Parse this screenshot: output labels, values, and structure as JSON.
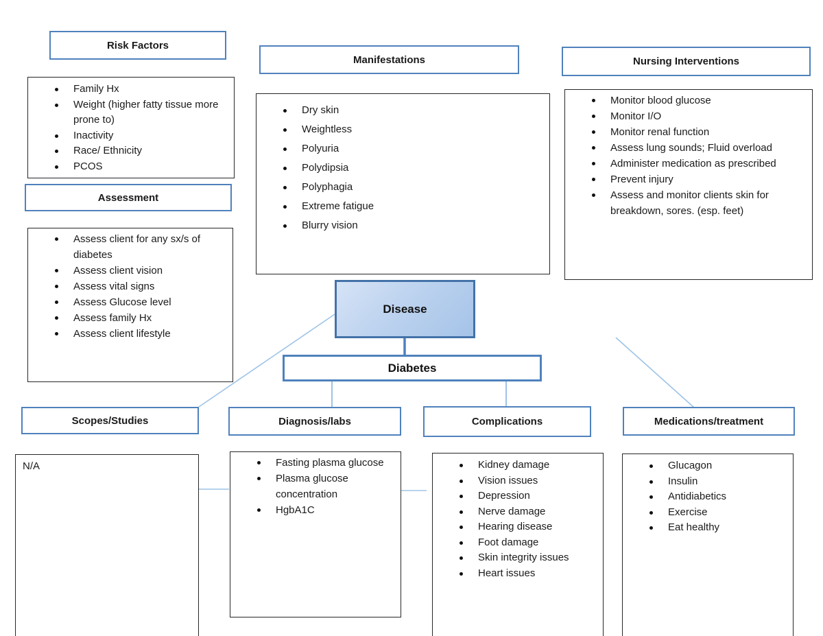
{
  "center": {
    "disease_label": "Disease",
    "diabetes_label": "Diabetes"
  },
  "sections": {
    "risk_factors": {
      "title": "Risk Factors",
      "items": [
        "Family Hx",
        "Weight (higher fatty tissue more prone to)",
        "Inactivity",
        "Race/ Ethnicity",
        "PCOS"
      ]
    },
    "assessment": {
      "title": "Assessment",
      "items": [
        "Assess client for any sx/s of diabetes",
        "Assess client vision",
        "Assess vital signs",
        "Assess Glucose level",
        "Assess family Hx",
        "Assess client lifestyle"
      ]
    },
    "manifestations": {
      "title": "Manifestations",
      "items": [
        "Dry skin",
        "Weightless",
        "Polyuria",
        "Polydipsia",
        "Polyphagia",
        "Extreme fatigue",
        "Blurry vision"
      ]
    },
    "nursing_interventions": {
      "title": "Nursing Interventions",
      "items": [
        "Monitor blood glucose",
        "Monitor I/O",
        "Monitor renal function",
        "Assess lung sounds; Fluid overload",
        "Administer medication as prescribed",
        "Prevent injury",
        "Assess and monitor clients skin for breakdown, sores. (esp. feet)"
      ]
    },
    "scopes_studies": {
      "title": "Scopes/Studies",
      "note": "N/A"
    },
    "diagnosis_labs": {
      "title": "Diagnosis/labs",
      "items": [
        "Fasting plasma glucose",
        "Plasma glucose concentration",
        "HgbA1C"
      ]
    },
    "complications": {
      "title": "Complications",
      "items": [
        "Kidney damage",
        "Vision issues",
        "Depression",
        "Nerve damage",
        "Hearing disease",
        "Foot damage",
        "Skin integrity issues",
        "Heart issues"
      ]
    },
    "medications_treatment": {
      "title": "Medications/treatment",
      "items": [
        "Glucagon",
        "Insulin",
        "Antidiabetics",
        "Exercise",
        "Eat healthy"
      ]
    }
  },
  "colors": {
    "header_border": "#4f81bd",
    "content_border": "#262626",
    "connector_light": "#9dc3e6",
    "connector_dark": "#4f81bd",
    "disease_fill_light": "#d6e3f6",
    "disease_fill_dark": "#a5c3e8",
    "text": "#1a1a1a",
    "background": "#ffffff"
  }
}
